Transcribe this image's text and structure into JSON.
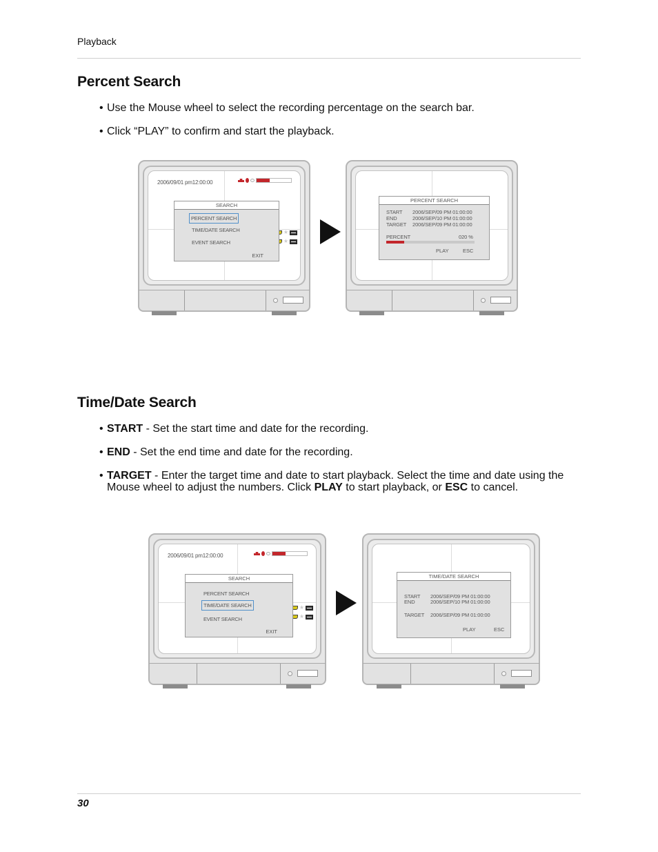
{
  "header": {
    "running_title": "Playback"
  },
  "footer": {
    "page_number": "30"
  },
  "sections": {
    "percent": {
      "heading": "Percent Search",
      "bullets": [
        "Use the Mouse wheel to select the recording percentage on the search bar.",
        "Click “PLAY” to confirm and start the playback."
      ]
    },
    "timedate": {
      "heading": "Time/Date Search",
      "bullets": [
        {
          "term": "START",
          "text": " - Set the start time and date for the recording."
        },
        {
          "term": "END",
          "text": " - Set the end time and date for the recording."
        },
        {
          "term": "TARGET",
          "text": " - Enter the target time and date to start playback. Select the time and date using the Mouse wheel to adjust the numbers. Click ",
          "term2": "PLAY",
          "text2": " to start playback, or ",
          "term3": "ESC",
          "text3": " to cancel."
        }
      ]
    }
  },
  "figures": {
    "fig1": {
      "left_screen": {
        "osd_time": "2006/09/01 pm12:00:00",
        "menu_title": "SEARCH",
        "items": [
          "PERCENT SEARCH",
          "TIME/DATE SEARCH",
          "EVENT SEARCH"
        ],
        "selected_index": 0,
        "exit_label": "EXIT"
      },
      "right_screen": {
        "panel_title": "PERCENT SEARCH",
        "rows": [
          {
            "label": "START",
            "value": "2006/SEP/09 PM 01:00:00"
          },
          {
            "label": "END",
            "value": "2006/SEP/10 PM 01:00:00"
          },
          {
            "label": "TARGET",
            "value": "2006/SEP/09 PM 01:00:00"
          }
        ],
        "percent_label": "PERCENT",
        "percent_value": "020 %",
        "percent_fill": 20,
        "play_label": "PLAY",
        "esc_label": "ESC"
      }
    },
    "fig2": {
      "left_screen": {
        "osd_time": "2006/09/01 pm12:00:00",
        "menu_title": "SEARCH",
        "items": [
          "PERCENT SEARCH",
          "TIME/DATE SEARCH",
          "EVENT SEARCH"
        ],
        "selected_index": 1,
        "exit_label": "EXIT"
      },
      "right_screen": {
        "panel_title": "TIME/DATE SEARCH",
        "rows": [
          {
            "label": "START",
            "value": "2006/SEP/09 PM 01:00:00"
          },
          {
            "label": "END",
            "value": "2006/SEP/10 PM 01:00:00"
          },
          {
            "label": "TARGET",
            "value": "2006/SEP/09 PM 01:00:00"
          }
        ],
        "play_label": "PLAY",
        "esc_label": "ESC"
      }
    }
  },
  "colors": {
    "record_red": "#c3262b",
    "selection_blue": "#4f8fc9",
    "hdd_yellow": "#d8c81a"
  }
}
